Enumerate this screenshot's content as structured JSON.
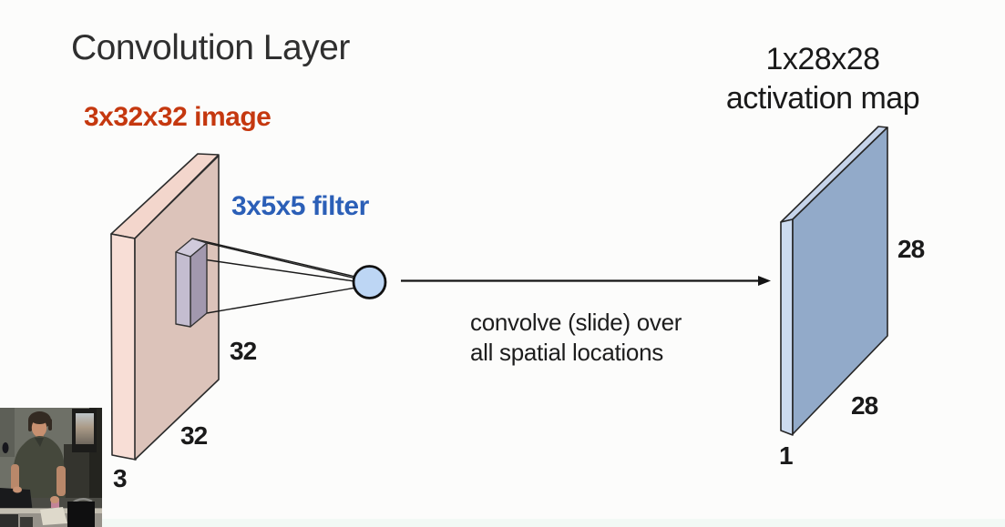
{
  "slide": {
    "title": "Convolution Layer",
    "input_label": "3x32x32 image",
    "filter_label": "3x5x5 filter",
    "output_heading": {
      "line1": "1x28x28",
      "line2": "activation map"
    },
    "caption": {
      "line1": "convolve (slide) over",
      "line2": "all spatial locations"
    },
    "input_volume": {
      "height_label": "32",
      "width_label": "32",
      "depth_label": "3"
    },
    "output_volume": {
      "height_label": "28",
      "width_label": "28",
      "depth_label": "1"
    },
    "colors": {
      "input_label_red": "#c5380f",
      "filter_label_blue": "#2b5fb7",
      "input_face": "#dcc3ba",
      "input_side": "#f8ded6",
      "input_top": "#f3d6cc",
      "filter_face": "#c4bdd0",
      "filter_side": "#a298ae",
      "filter_top": "#d0cadb",
      "neuron_fill": "#bdd6f4",
      "output_face": "#92aac9",
      "output_side": "#ccdbf0",
      "output_top": "#c6d4ea",
      "ink": "#1a1a1a",
      "bottom_bar": "#f2f9f5"
    }
  }
}
